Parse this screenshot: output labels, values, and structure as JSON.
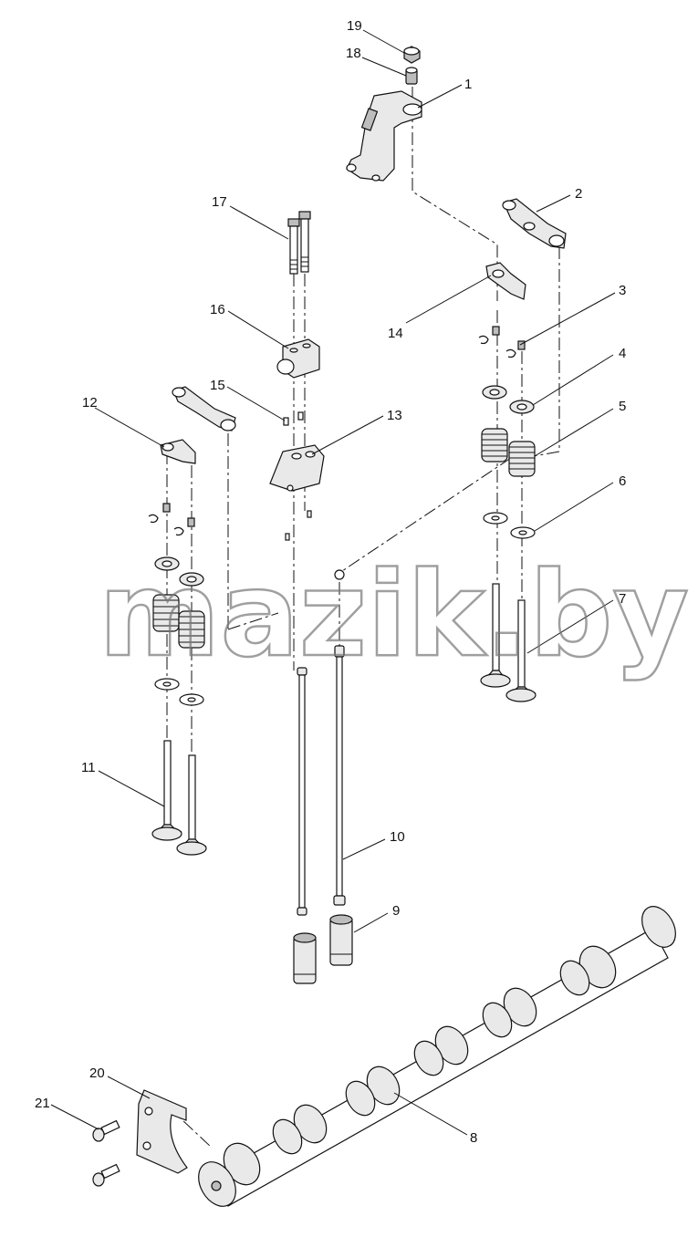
{
  "watermark": "mazik.by",
  "callouts": [
    {
      "id": "19",
      "label": "19"
    },
    {
      "id": "18",
      "label": "18"
    },
    {
      "id": "1",
      "label": "1"
    },
    {
      "id": "17",
      "label": "17"
    },
    {
      "id": "2",
      "label": "2"
    },
    {
      "id": "3",
      "label": "3"
    },
    {
      "id": "16",
      "label": "16"
    },
    {
      "id": "14",
      "label": "14"
    },
    {
      "id": "4",
      "label": "4"
    },
    {
      "id": "15",
      "label": "15"
    },
    {
      "id": "12",
      "label": "12"
    },
    {
      "id": "13",
      "label": "13"
    },
    {
      "id": "5",
      "label": "5"
    },
    {
      "id": "6",
      "label": "6"
    },
    {
      "id": "7",
      "label": "7"
    },
    {
      "id": "11",
      "label": "11"
    },
    {
      "id": "10",
      "label": "10"
    },
    {
      "id": "9",
      "label": "9"
    },
    {
      "id": "20",
      "label": "20"
    },
    {
      "id": "21",
      "label": "21"
    },
    {
      "id": "8",
      "label": "8"
    }
  ]
}
